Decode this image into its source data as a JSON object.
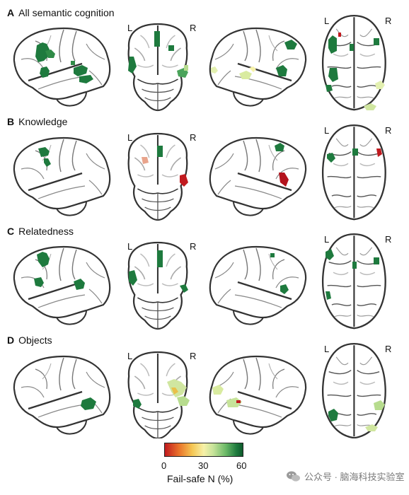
{
  "panels": [
    {
      "letter": "A",
      "title": "All semantic cognition"
    },
    {
      "letter": "B",
      "title": "Knowledge"
    },
    {
      "letter": "C",
      "title": "Relatedness"
    },
    {
      "letter": "D",
      "title": "Objects"
    }
  ],
  "labels": {
    "left": "L",
    "right": "R"
  },
  "colorbar": {
    "title": "Fail-safe N (%)",
    "ticks": [
      "0",
      "30",
      "60"
    ],
    "colors": [
      "#c11a1f",
      "#f6f1a8",
      "#0d5a2c"
    ]
  },
  "watermark": {
    "icon": "wechat-icon",
    "text": "公众号 · 脑海科技实验室"
  }
}
